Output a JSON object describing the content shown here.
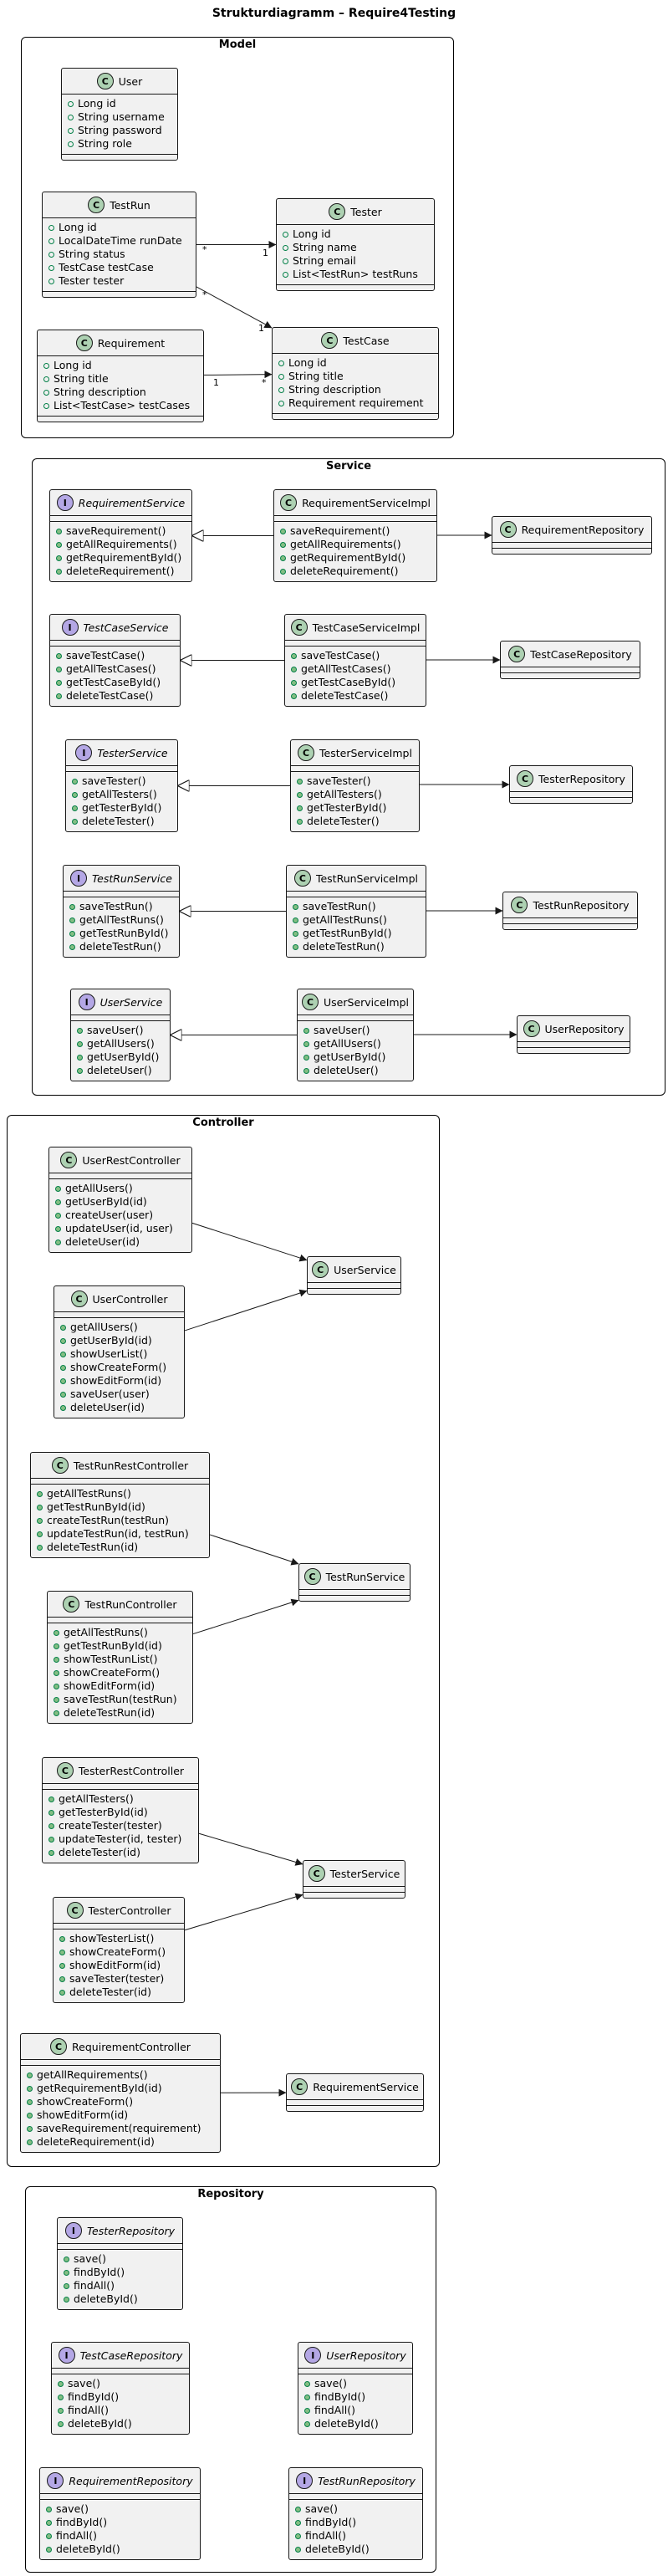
{
  "title": "Strukturdiagramm – Require4Testing",
  "packages": {
    "model": "Model",
    "service": "Service",
    "controller": "Controller",
    "repository": "Repository"
  },
  "classes": {
    "User": {
      "kind": "class",
      "name": "User",
      "fields": [
        "Long id",
        "String username",
        "String password",
        "String role"
      ]
    },
    "TestRun": {
      "kind": "class",
      "name": "TestRun",
      "fields": [
        "Long id",
        "LocalDateTime runDate",
        "String status",
        "TestCase testCase",
        "Tester tester"
      ]
    },
    "Tester": {
      "kind": "class",
      "name": "Tester",
      "fields": [
        "Long id",
        "String name",
        "String email",
        "List<TestRun> testRuns"
      ]
    },
    "Requirement": {
      "kind": "class",
      "name": "Requirement",
      "fields": [
        "Long id",
        "String title",
        "String description",
        "List<TestCase> testCases"
      ]
    },
    "TestCase": {
      "kind": "class",
      "name": "TestCase",
      "fields": [
        "Long id",
        "String title",
        "String description",
        "Requirement requirement"
      ]
    },
    "RequirementService": {
      "kind": "interface",
      "name": "RequirementService",
      "methods": [
        "saveRequirement()",
        "getAllRequirements()",
        "getRequirementById()",
        "deleteRequirement()"
      ]
    },
    "RequirementServiceImpl": {
      "kind": "class",
      "name": "RequirementServiceImpl",
      "methods": [
        "saveRequirement()",
        "getAllRequirements()",
        "getRequirementById()",
        "deleteRequirement()"
      ]
    },
    "RequirementRepository_s": {
      "kind": "class",
      "name": "RequirementRepository"
    },
    "TestCaseService": {
      "kind": "interface",
      "name": "TestCaseService",
      "methods": [
        "saveTestCase()",
        "getAllTestCases()",
        "getTestCaseById()",
        "deleteTestCase()"
      ]
    },
    "TestCaseServiceImpl": {
      "kind": "class",
      "name": "TestCaseServiceImpl",
      "methods": [
        "saveTestCase()",
        "getAllTestCases()",
        "getTestCaseById()",
        "deleteTestCase()"
      ]
    },
    "TestCaseRepository_s": {
      "kind": "class",
      "name": "TestCaseRepository"
    },
    "TesterService": {
      "kind": "interface",
      "name": "TesterService",
      "methods": [
        "saveTester()",
        "getAllTesters()",
        "getTesterById()",
        "deleteTester()"
      ]
    },
    "TesterServiceImpl": {
      "kind": "class",
      "name": "TesterServiceImpl",
      "methods": [
        "saveTester()",
        "getAllTesters()",
        "getTesterById()",
        "deleteTester()"
      ]
    },
    "TesterRepository_s": {
      "kind": "class",
      "name": "TesterRepository"
    },
    "TestRunService": {
      "kind": "interface",
      "name": "TestRunService",
      "methods": [
        "saveTestRun()",
        "getAllTestRuns()",
        "getTestRunById()",
        "deleteTestRun()"
      ]
    },
    "TestRunServiceImpl": {
      "kind": "class",
      "name": "TestRunServiceImpl",
      "methods": [
        "saveTestRun()",
        "getAllTestRuns()",
        "getTestRunById()",
        "deleteTestRun()"
      ]
    },
    "TestRunRepository_s": {
      "kind": "class",
      "name": "TestRunRepository"
    },
    "UserService": {
      "kind": "interface",
      "name": "UserService",
      "methods": [
        "saveUser()",
        "getAllUsers()",
        "getUserById()",
        "deleteUser()"
      ]
    },
    "UserServiceImpl": {
      "kind": "class",
      "name": "UserServiceImpl",
      "methods": [
        "saveUser()",
        "getAllUsers()",
        "getUserById()",
        "deleteUser()"
      ]
    },
    "UserRepository_s": {
      "kind": "class",
      "name": "UserRepository"
    },
    "UserRestController": {
      "kind": "class",
      "name": "UserRestController",
      "methods": [
        "getAllUsers()",
        "getUserById(id)",
        "createUser(user)",
        "updateUser(id, user)",
        "deleteUser(id)"
      ]
    },
    "UserController": {
      "kind": "class",
      "name": "UserController",
      "methods": [
        "getAllUsers()",
        "getUserById(id)",
        "showUserList()",
        "showCreateForm()",
        "showEditForm(id)",
        "saveUser(user)",
        "deleteUser(id)"
      ]
    },
    "UserService_c": {
      "kind": "class",
      "name": "UserService"
    },
    "TestRunRestController": {
      "kind": "class",
      "name": "TestRunRestController",
      "methods": [
        "getAllTestRuns()",
        "getTestRunById(id)",
        "createTestRun(testRun)",
        "updateTestRun(id, testRun)",
        "deleteTestRun(id)"
      ]
    },
    "TestRunController": {
      "kind": "class",
      "name": "TestRunController",
      "methods": [
        "getAllTestRuns()",
        "getTestRunById(id)",
        "showTestRunList()",
        "showCreateForm()",
        "showEditForm(id)",
        "saveTestRun(testRun)",
        "deleteTestRun(id)"
      ]
    },
    "TestRunService_c": {
      "kind": "class",
      "name": "TestRunService"
    },
    "TesterRestController": {
      "kind": "class",
      "name": "TesterRestController",
      "methods": [
        "getAllTesters()",
        "getTesterById(id)",
        "createTester(tester)",
        "updateTester(id, tester)",
        "deleteTester(id)"
      ]
    },
    "TesterController": {
      "kind": "class",
      "name": "TesterController",
      "methods": [
        "showTesterList()",
        "showCreateForm()",
        "showEditForm(id)",
        "saveTester(tester)",
        "deleteTester(id)"
      ]
    },
    "TesterService_c": {
      "kind": "class",
      "name": "TesterService"
    },
    "RequirementController": {
      "kind": "class",
      "name": "RequirementController",
      "methods": [
        "getAllRequirements()",
        "getRequirementById(id)",
        "showCreateForm()",
        "showEditForm(id)",
        "saveRequirement(requirement)",
        "deleteRequirement(id)"
      ]
    },
    "RequirementService_c": {
      "kind": "class",
      "name": "RequirementService"
    },
    "TesterRepository": {
      "kind": "interface",
      "name": "TesterRepository",
      "methods": [
        "save()",
        "findById()",
        "findAll()",
        "deleteById()"
      ]
    },
    "TestCaseRepository": {
      "kind": "interface",
      "name": "TestCaseRepository",
      "methods": [
        "save()",
        "findById()",
        "findAll()",
        "deleteById()"
      ]
    },
    "UserRepository": {
      "kind": "interface",
      "name": "UserRepository",
      "methods": [
        "save()",
        "findById()",
        "findAll()",
        "deleteById()"
      ]
    },
    "RequirementRepository": {
      "kind": "interface",
      "name": "RequirementRepository",
      "methods": [
        "save()",
        "findById()",
        "findAll()",
        "deleteById()"
      ]
    },
    "TestRunRepository": {
      "kind": "interface",
      "name": "TestRunRepository",
      "methods": [
        "save()",
        "findById()",
        "findAll()",
        "deleteById()"
      ]
    }
  },
  "relations": [
    {
      "type": "association",
      "from": "TestRun",
      "to": "Tester",
      "from_mult": "*",
      "to_mult": "1"
    },
    {
      "type": "association",
      "from": "TestRun",
      "to": "TestCase",
      "from_mult": "*",
      "to_mult": "1"
    },
    {
      "type": "association",
      "from": "Requirement",
      "to": "TestCase",
      "from_mult": "1",
      "to_mult": "*"
    },
    {
      "type": "realization",
      "from": "RequirementServiceImpl",
      "to": "RequirementService"
    },
    {
      "type": "dependency",
      "from": "RequirementServiceImpl",
      "to": "RequirementRepository_s"
    },
    {
      "type": "realization",
      "from": "TestCaseServiceImpl",
      "to": "TestCaseService"
    },
    {
      "type": "dependency",
      "from": "TestCaseServiceImpl",
      "to": "TestCaseRepository_s"
    },
    {
      "type": "realization",
      "from": "TesterServiceImpl",
      "to": "TesterService"
    },
    {
      "type": "dependency",
      "from": "TesterServiceImpl",
      "to": "TesterRepository_s"
    },
    {
      "type": "realization",
      "from": "TestRunServiceImpl",
      "to": "TestRunService"
    },
    {
      "type": "dependency",
      "from": "TestRunServiceImpl",
      "to": "TestRunRepository_s"
    },
    {
      "type": "realization",
      "from": "UserServiceImpl",
      "to": "UserService"
    },
    {
      "type": "dependency",
      "from": "UserServiceImpl",
      "to": "UserRepository_s"
    },
    {
      "type": "dependency",
      "from": "UserRestController",
      "to": "UserService_c"
    },
    {
      "type": "dependency",
      "from": "UserController",
      "to": "UserService_c"
    },
    {
      "type": "dependency",
      "from": "TestRunRestController",
      "to": "TestRunService_c"
    },
    {
      "type": "dependency",
      "from": "TestRunController",
      "to": "TestRunService_c"
    },
    {
      "type": "dependency",
      "from": "TesterRestController",
      "to": "TesterService_c"
    },
    {
      "type": "dependency",
      "from": "TesterController",
      "to": "TesterService_c"
    },
    {
      "type": "dependency",
      "from": "RequirementController",
      "to": "RequirementService_c"
    }
  ]
}
